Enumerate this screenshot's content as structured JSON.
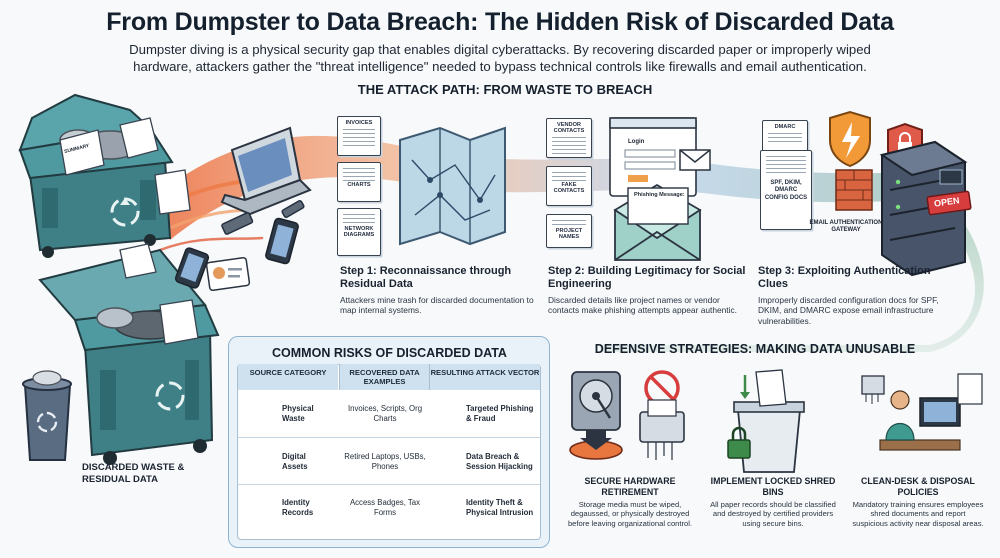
{
  "header": {
    "title": "From Dumpster to Data Breach: The Hidden Risk of Discarded Data",
    "subtitle": "Dumpster diving is a physical security gap that enables digital cyberattacks. By recovering discarded paper or improperly wiped hardware, attackers gather the \"threat intelligence\" needed to bypass technical controls like firewalls and email authentication."
  },
  "attack_path": {
    "heading": "THE ATTACK PATH: FROM WASTE TO BREACH",
    "steps": [
      {
        "title": "Step 1: Reconnaissance through Residual Data",
        "desc": "Attackers mine trash for discarded documentation to map internal systems.",
        "docs": [
          "INVOICES",
          "CHARTS",
          "NETWORK DIAGRAMS"
        ]
      },
      {
        "title": "Step 2: Building Legitimacy for Social Engineering",
        "desc": "Discarded details like project names or vendor contacts make phishing attempts appear authentic.",
        "docs": [
          "VENDOR CONTACTS",
          "FAKE CONTACTS",
          "PROJECT NAMES"
        ],
        "login_label": "Login",
        "phishing_label": "Phishing Message:"
      },
      {
        "title": "Step 3: Exploiting Authentication Clues",
        "desc": "Improperly discarded configuration docs for SPF, DKIM, and DMARC expose email infrastructure vulnerabilities.",
        "docs": [
          "DMARC",
          "SPF, DKIM, DMARC CONFIG DOCS"
        ],
        "gateway_label": "EMAIL AUTHENTICATION GATEWAY",
        "open_sign": "OPEN"
      }
    ]
  },
  "dumpster": {
    "label": "DISCARDED WASTE & RESIDUAL DATA",
    "paper_label": "SUMMARY"
  },
  "risks": {
    "heading": "COMMON RISKS OF DISCARDED DATA",
    "columns": [
      "SOURCE CATEGORY",
      "RECOVERED DATA EXAMPLES",
      "RESULTING ATTACK VECTOR"
    ],
    "rows": [
      {
        "category": "Physical Waste",
        "examples": "Invoices, Scripts, Org Charts",
        "vector": "Targeted Phishing & Fraud"
      },
      {
        "category": "Digital Assets",
        "examples": "Retired Laptops, USBs, Phones",
        "vector": "Data Breach & Session Hijacking"
      },
      {
        "category": "Identity Records",
        "examples": "Access Badges, Tax Forms",
        "vector": "Identity Theft & Physical Intrusion"
      }
    ]
  },
  "defense": {
    "heading": "DEFENSIVE STRATEGIES: MAKING DATA UNUSABLE",
    "items": [
      {
        "title": "SECURE HARDWARE RETIREMENT",
        "desc": "Storage media must be wiped, degaussed, or physically destroyed before leaving organizational control."
      },
      {
        "title": "IMPLEMENT LOCKED SHRED BINS",
        "desc": "All paper records should be classified and destroyed by certified providers using secure bins."
      },
      {
        "title": "CLEAN-DESK & DISPOSAL POLICIES",
        "desc": "Mandatory training ensures employees shred documents and report suspicious activity near disposal areas."
      }
    ]
  },
  "colors": {
    "dumpster": "#3f7f86",
    "path_start": "#e9763f",
    "path_end": "#5e8fc9",
    "panel": "#e9f2f8",
    "accent_orange": "#f29a38"
  },
  "icons": [
    "recycle-icon",
    "laptop-icon",
    "phone-icon",
    "usb-icon",
    "badge-icon",
    "map-icon",
    "email-icon",
    "shield-icon",
    "lock-icon",
    "server-icon",
    "firewall-icon",
    "hard-drive-icon",
    "shredder-icon",
    "hacker-icon",
    "person-icon"
  ]
}
